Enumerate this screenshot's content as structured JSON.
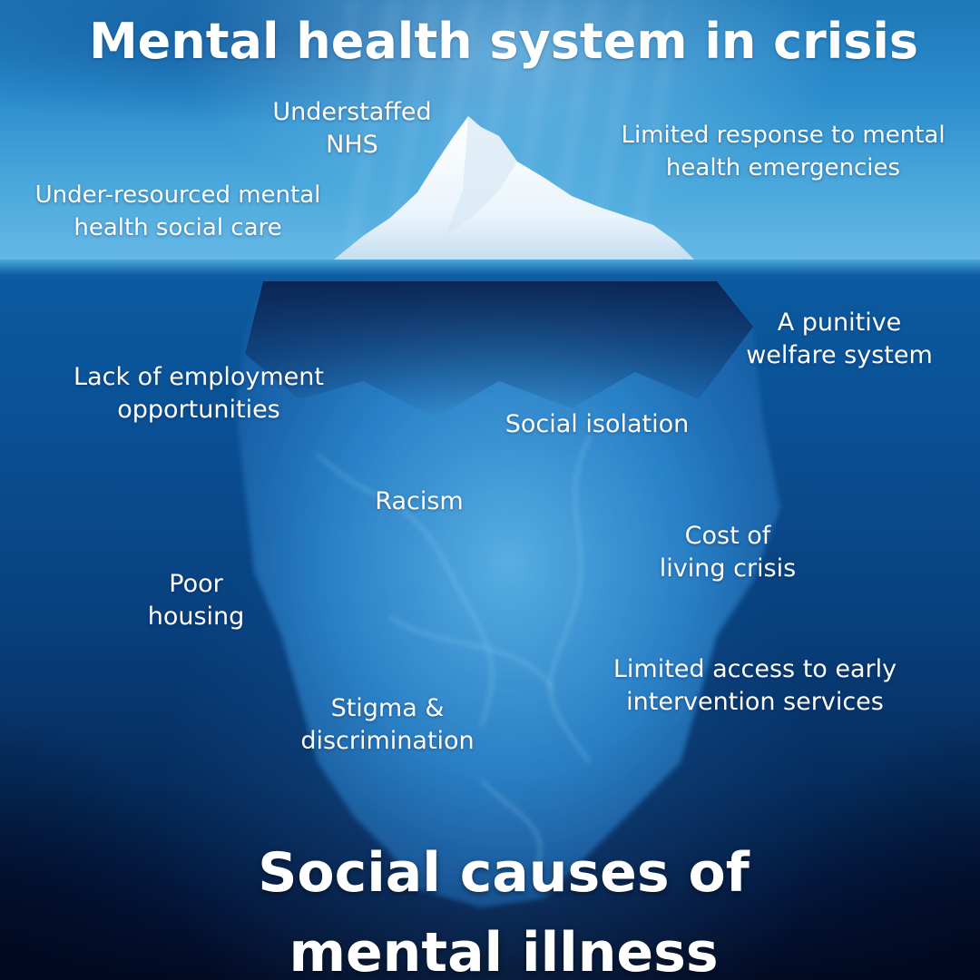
{
  "title": "Mental health system in crisis",
  "above_water": {
    "items": [
      {
        "id": "understaffed-nhs",
        "lines": [
          "Understaffed",
          "NHS"
        ]
      },
      {
        "id": "limited-response",
        "lines": [
          "Limited response to mental",
          "health emergencies"
        ]
      },
      {
        "id": "under-resourced",
        "lines": [
          "Under-resourced mental",
          "health social care"
        ]
      }
    ]
  },
  "below_water": {
    "items": [
      {
        "id": "punitive-welfare",
        "lines": [
          "A punitive",
          "welfare system"
        ]
      },
      {
        "id": "employment",
        "lines": [
          "Lack of employment",
          "opportunities"
        ]
      },
      {
        "id": "social-isolation",
        "lines": [
          "Social isolation"
        ]
      },
      {
        "id": "racism",
        "lines": [
          "Racism"
        ]
      },
      {
        "id": "cost-of-living",
        "lines": [
          "Cost of",
          "living crisis"
        ]
      },
      {
        "id": "poor-housing",
        "lines": [
          "Poor",
          "housing"
        ]
      },
      {
        "id": "early-intervention",
        "lines": [
          "Limited access to early",
          "intervention services"
        ]
      },
      {
        "id": "stigma",
        "lines": [
          "Stigma &",
          "discrimination"
        ]
      }
    ]
  },
  "footer": {
    "lines": [
      "Social causes of",
      "mental illness"
    ]
  },
  "colors": {
    "sky_top": "#1f78b8",
    "sky_bottom": "#67b9e6",
    "water_top": "#0b5aa0",
    "water_bottom": "#020a22",
    "ice_top": "#f4f8fb",
    "ice_bottom": "#5fb2e6",
    "text": "#ffffff"
  }
}
